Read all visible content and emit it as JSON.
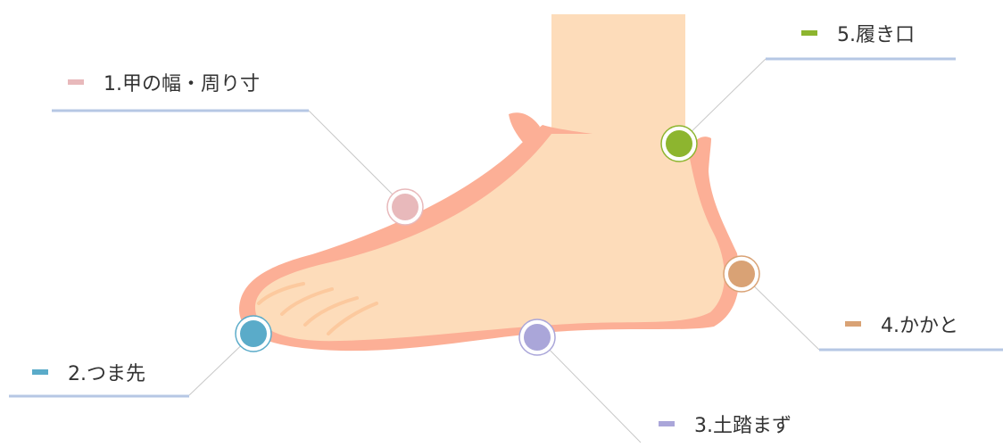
{
  "parts": [
    {
      "id": "instep",
      "label": "1.甲の幅・周り寸",
      "color": "#e8b9bb"
    },
    {
      "id": "toe",
      "label": "2.つま先",
      "color": "#5aabc9"
    },
    {
      "id": "arch",
      "label": "3.土踏まず",
      "color": "#aaa6d9"
    },
    {
      "id": "heel",
      "label": "4.かかと",
      "color": "#d9a275"
    },
    {
      "id": "opening",
      "label": "5.履き口",
      "color": "#8db52f"
    }
  ],
  "colors": {
    "skin": "#fddcba",
    "shoe_outline": "#fcaf96",
    "toe_lines": "#fcc99e",
    "underline": "#b6c7e4",
    "leader": "#c8c8c8"
  }
}
